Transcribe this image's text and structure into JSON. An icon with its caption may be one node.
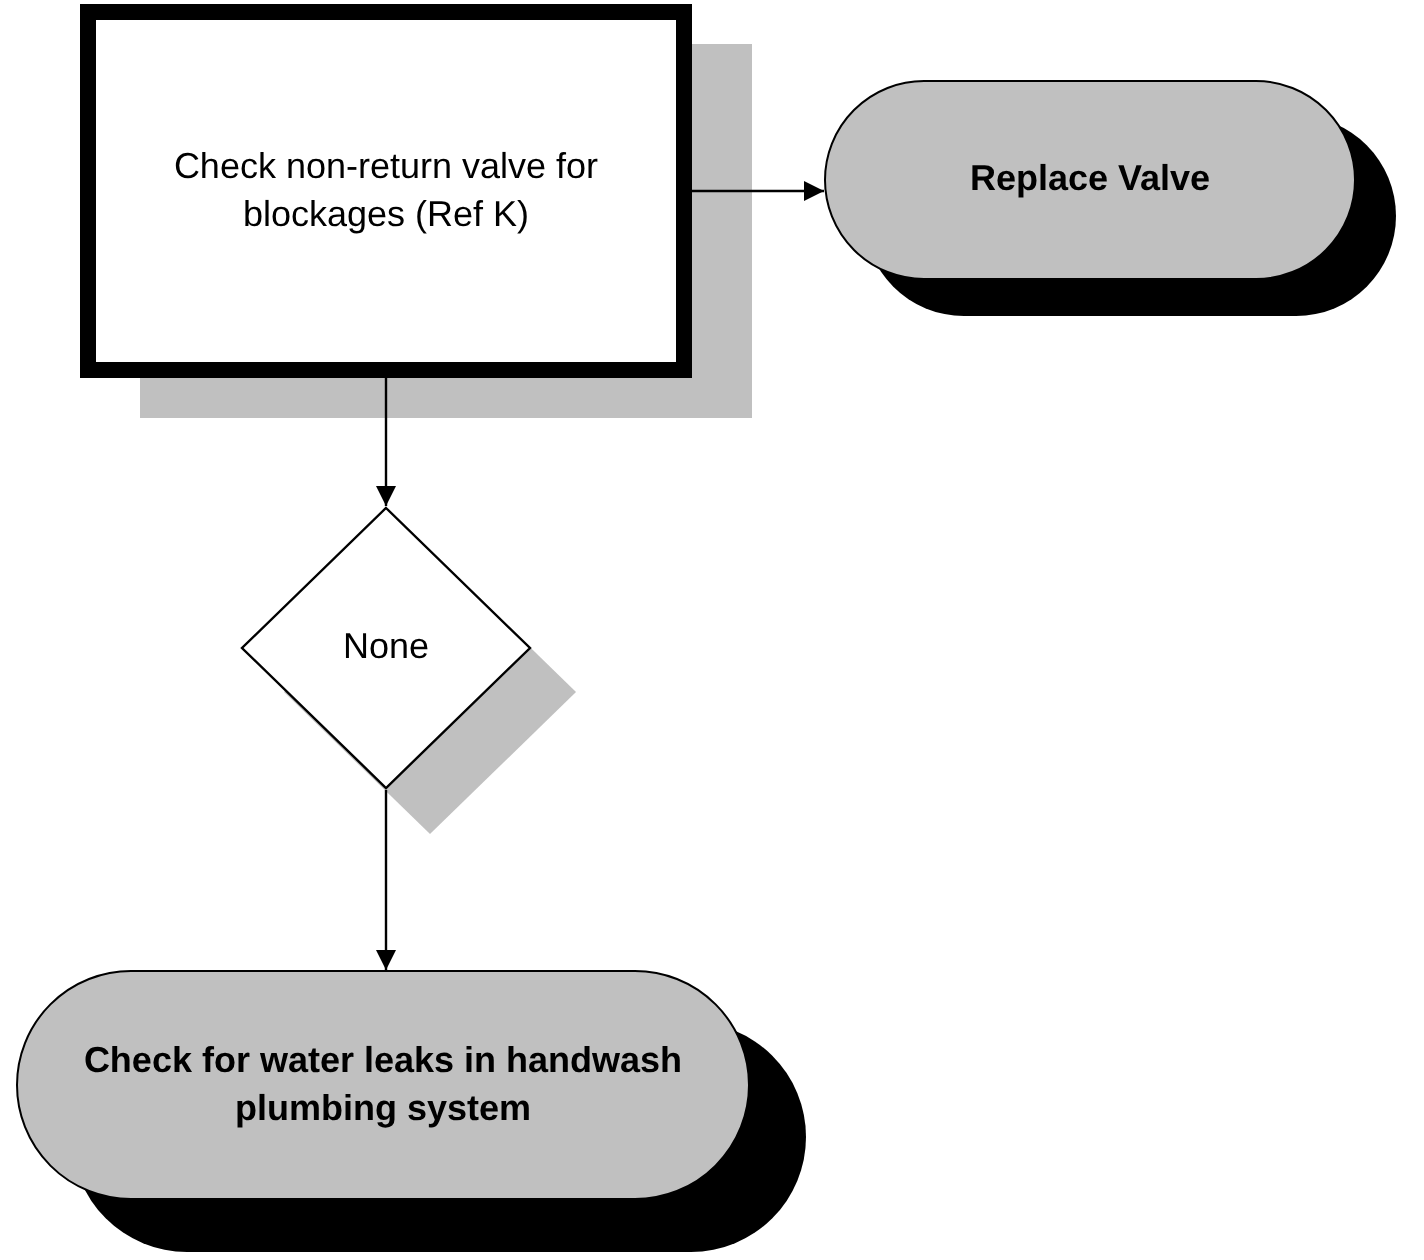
{
  "diagram": {
    "nodes": [
      {
        "text": [
          "Check non-return valve for blockages (Ref K)"
        ]
      },
      {
        "text": [
          "Replace Valve"
        ]
      },
      {
        "text": [
          "None"
        ]
      },
      {
        "text": [
          "Check for water leaks in handwash plumbing system"
        ]
      }
    ],
    "edges": [
      {
        "from": 0,
        "to": 1,
        "arrow": "to"
      },
      {
        "from": 0,
        "to": 2,
        "arrow": "to"
      },
      {
        "from": 2,
        "to": 3,
        "arrow": "to"
      }
    ]
  }
}
